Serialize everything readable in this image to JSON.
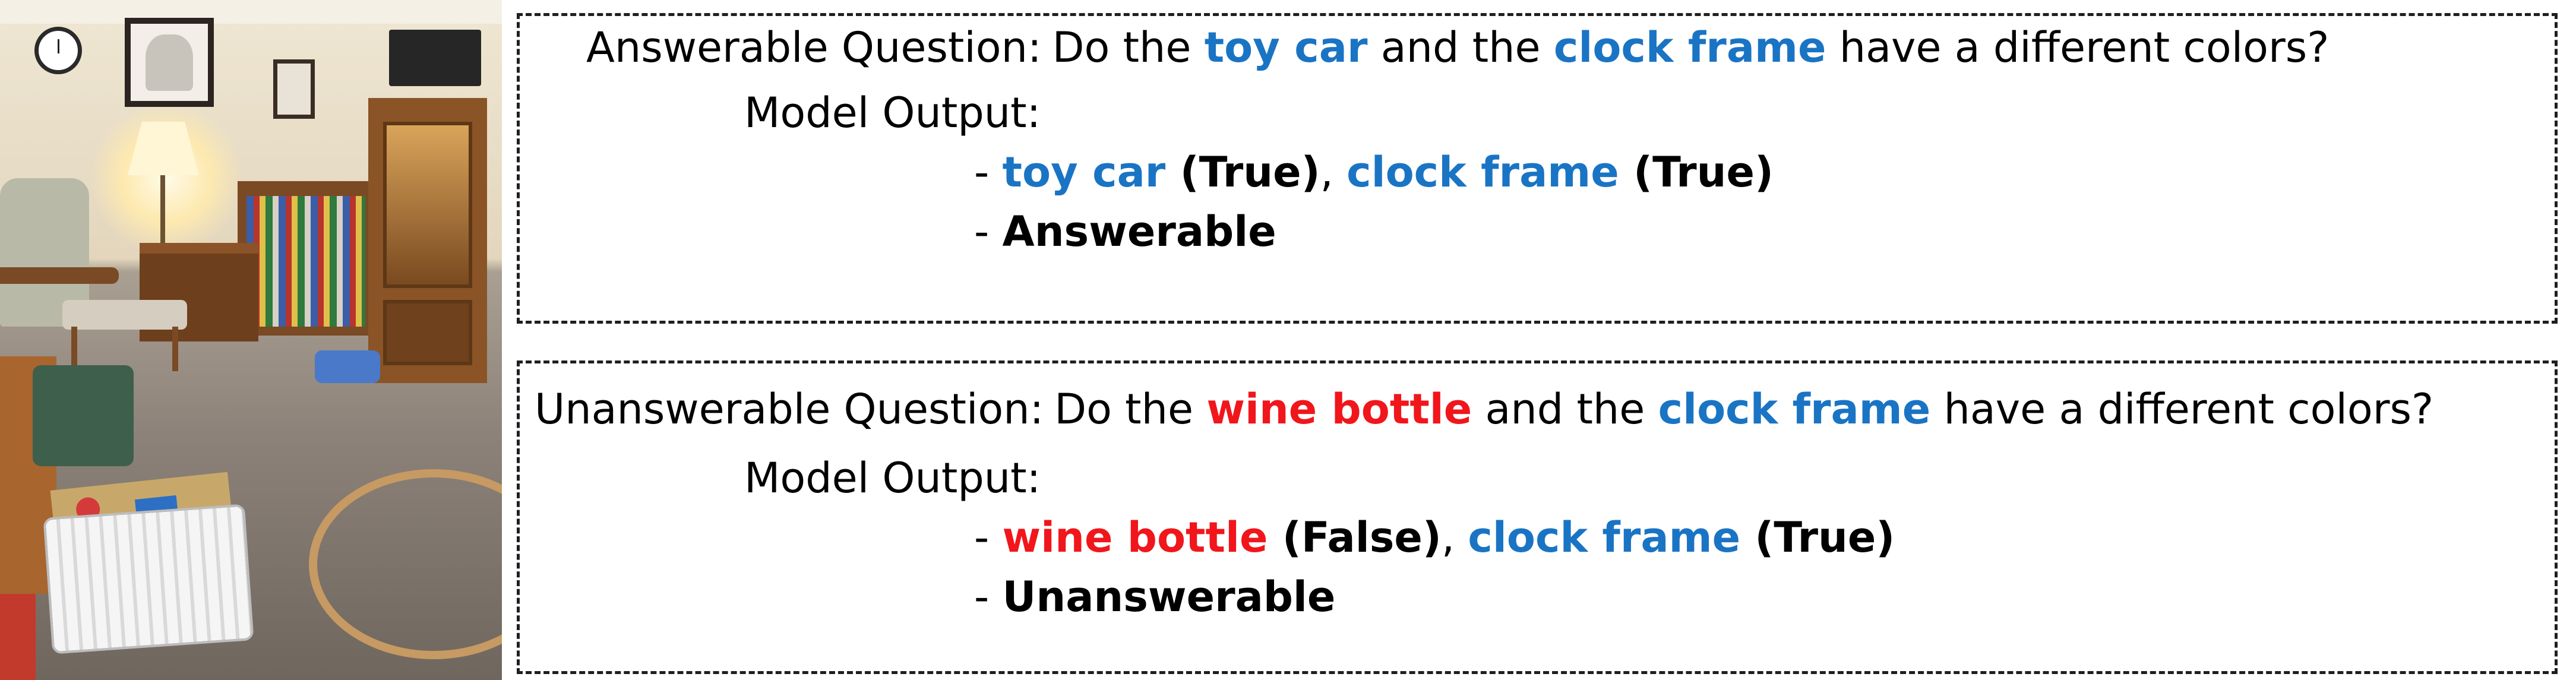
{
  "image": {
    "description_icon": "living-room-photo"
  },
  "colors": {
    "answerable_object": "#1a74c4",
    "unanswerable_object": "#f0161b",
    "border": "#1f1f1f"
  },
  "answerable": {
    "question_label": "Answerable Question:",
    "q_pre": "Do the ",
    "q_obj1": "toy car",
    "q_mid": " and the ",
    "q_obj2": "clock frame",
    "q_post": " have a different colors?",
    "output_label": "Model Output:",
    "o_dash1": "- ",
    "o_obj1": "toy car",
    "o_res1": " (True)",
    "o_comma": ", ",
    "o_obj2": "clock frame",
    "o_res2": " (True)",
    "o_dash2": "- ",
    "o_verdict": "Answerable"
  },
  "unanswerable": {
    "question_label": "Unanswerable Question:",
    "q_pre": "Do the ",
    "q_obj1": "wine bottle",
    "q_mid": " and the ",
    "q_obj2": "clock frame",
    "q_post": " have a different colors?",
    "output_label": "Model Output:",
    "o_dash1": "- ",
    "o_obj1": "wine bottle",
    "o_res1": " (False)",
    "o_comma": ", ",
    "o_obj2": "clock frame",
    "o_res2": " (True)",
    "o_dash2": "- ",
    "o_verdict": "Unanswerable"
  }
}
